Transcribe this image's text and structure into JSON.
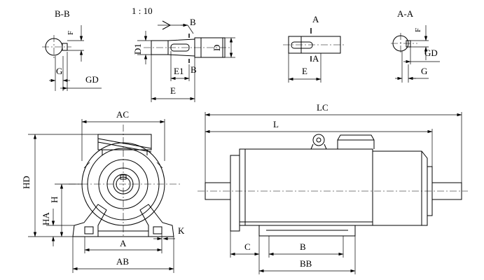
{
  "views": {
    "section_bb": {
      "title": "B-B",
      "f": "F",
      "g": "G",
      "gd": "GD"
    },
    "shaft": {
      "scale": "1 : 10",
      "b_top": "B",
      "b_bottom": "B",
      "d1": "D1",
      "d": "D",
      "e1": "E1",
      "e": "E"
    },
    "shaft_aa": {
      "a_top": "A",
      "a_bottom": "A",
      "e": "E"
    },
    "section_aa": {
      "title": "A-A",
      "f": "F",
      "gd": "GD",
      "g": "G"
    },
    "end_view": {
      "ac": "AC",
      "hd": "HD",
      "h": "H",
      "ha": "HA",
      "k": "K",
      "a": "A",
      "ab": "AB"
    },
    "side_view": {
      "lc": "LC",
      "l": "L",
      "c": "C",
      "b": "B",
      "bb": "BB"
    }
  }
}
